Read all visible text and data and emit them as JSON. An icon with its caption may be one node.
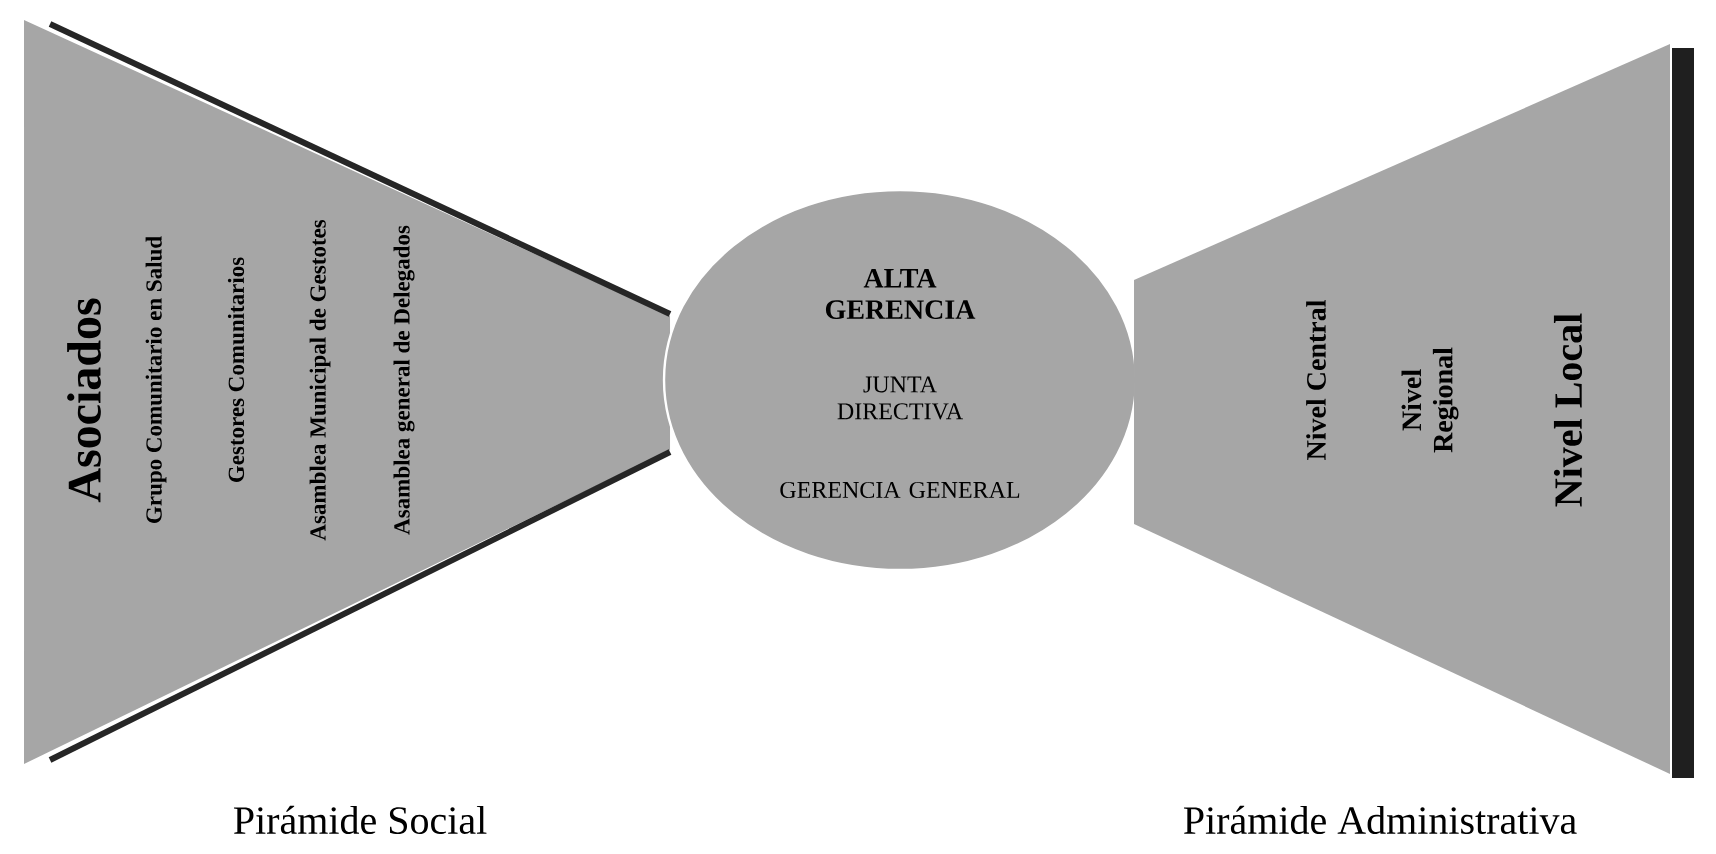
{
  "diagram": {
    "nodes": [
      {
        "text": [
          "Asociados",
          "Grupo Comunitario en Salud",
          "Gestores Comunitarios",
          "Asamblea Municipal de Gestotes",
          "Asamblea general de Delegados"
        ],
        "beside": [
          "Pirámide Social"
        ]
      },
      {
        "text": [
          "ALTA GERENCIA",
          "JUNTA DIRECTIVA",
          "GERENCIA GENERAL"
        ]
      },
      {
        "text": [
          "Nivel Central",
          "Nivel Regional",
          "Nivel Local"
        ],
        "beside": [
          "Pirámide Administrativa"
        ]
      }
    ]
  }
}
